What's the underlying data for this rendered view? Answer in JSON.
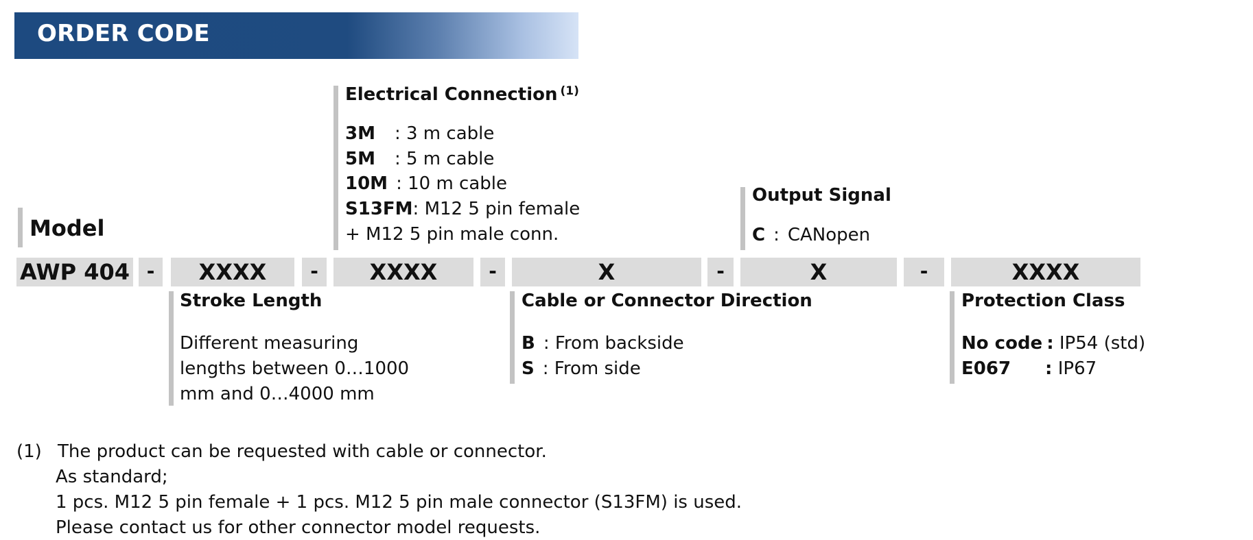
{
  "title": "ORDER CODE",
  "model": {
    "heading": "Model",
    "code": "AWP 404"
  },
  "separator": "-",
  "codes": [
    "XXXX",
    "XXXX",
    "X",
    "X",
    "XXXX"
  ],
  "electrical_connection": {
    "heading": "Electrical Connection",
    "footnote_mark": "(1)",
    "options": [
      {
        "code": "3M",
        "sep": "   : ",
        "desc": "3 m cable"
      },
      {
        "code": "5M",
        "sep": "   : ",
        "desc": "5 m cable"
      },
      {
        "code": "10M",
        "sep": "  : ",
        "desc": "10 m cable"
      },
      {
        "code": "S13FM",
        "sep": ": ",
        "desc": "M12 5 pin female"
      }
    ],
    "continuation": "+ M12 5 pin male conn."
  },
  "output_signal": {
    "heading": "Output Signal",
    "options": [
      {
        "code": "C",
        "sep": "  :  ",
        "desc": "CANopen"
      }
    ]
  },
  "stroke_length": {
    "heading": "Stroke Length",
    "lines": [
      "Different measuring",
      "lengths between 0…1000",
      "mm and 0…4000 mm"
    ]
  },
  "cable_direction": {
    "heading": "Cable or Connector Direction",
    "options": [
      {
        "code": "B",
        "sep": "  : ",
        "desc": "From backside"
      },
      {
        "code": "S",
        "sep": "  : ",
        "desc": "From side"
      }
    ]
  },
  "protection_class": {
    "heading": "Protection Class",
    "options": [
      {
        "code": "No code",
        "sep": " : ",
        "desc": "IP54 (std)"
      },
      {
        "code": "E067",
        "sep": "       : ",
        "desc": "IP67"
      }
    ]
  },
  "footnote": {
    "mark": "(1)",
    "lines": [
      "The product can be requested with cable or connector.",
      "As standard;",
      "1 pcs. M12 5 pin female + 1 pcs. M12 5 pin male connector (S13FM) is used.",
      "Please contact us for other connector model requests."
    ]
  }
}
